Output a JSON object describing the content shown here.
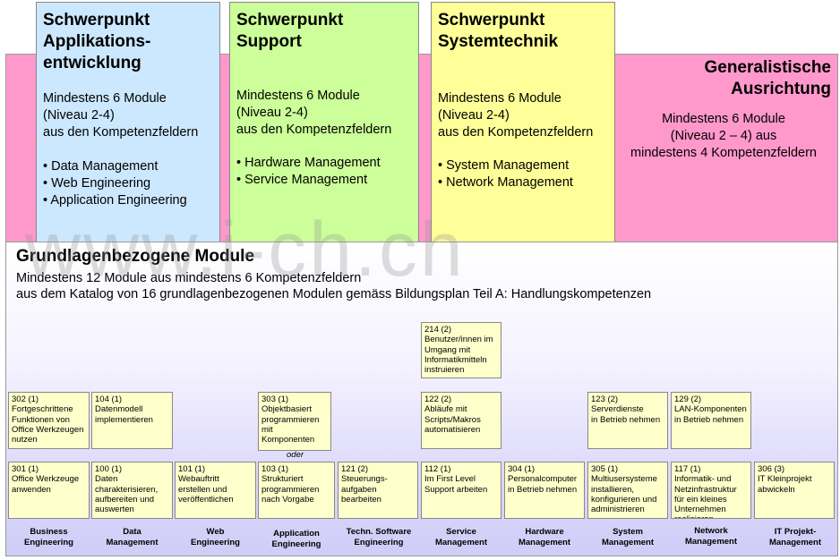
{
  "columns": [
    {
      "key": "blue",
      "title": "Schwerpunkt\nApplikations-\nentwicklung",
      "desc": "Mindestens 6 Module\n(Niveau 2-4)\naus den Kompetenzfeldern",
      "items": [
        "Data Management",
        "Web Engineering",
        "Application Engineering"
      ]
    },
    {
      "key": "green",
      "title": "Schwerpunkt\nSupport",
      "desc": "Mindestens 6 Module\n(Niveau 2-4)\naus den Kompetenzfeldern",
      "items": [
        "Hardware Management",
        "Service Management"
      ]
    },
    {
      "key": "yellow",
      "title": "Schwerpunkt\nSystemtechnik",
      "desc": "Mindestens 6 Module\n(Niveau 2-4)\naus den Kompetenzfeldern",
      "items": [
        "System Management",
        "Network Management"
      ]
    }
  ],
  "generalist": {
    "title": "Generalistische\nAusrichtung",
    "desc": "Mindestens 6 Module\n(Niveau 2 – 4) aus\nmindestens 4 Kompetenzfeldern"
  },
  "base": {
    "title": "Grundlagenbezogene Module",
    "line1": "Mindestens 12 Module aus mindestens 6 Kompetenzfeldern",
    "line2": "aus dem Katalog von 16 grundlagenbezogenen Modulen gemäss Bildungsplan Teil A: Handlungskompetenzen"
  },
  "watermark": "www.i-ch.ch",
  "oder": "oder",
  "modules": {
    "m214": {
      "code": "214 (2)",
      "text": "Benutzer/innen im\nUmgang mit\nInformatikmitteln\ninstruieren"
    },
    "m302": {
      "code": "302 (1)",
      "text": "Fortgeschrittene\nFunktionen von\nOffice Werkzeugen\nnutzen"
    },
    "m104": {
      "code": "104 (1)",
      "text": "Datenmodell\nimplementieren"
    },
    "m303": {
      "code": "303 (1)",
      "text": "Objektbasiert\nprogrammieren\nmit\nKomponenten"
    },
    "m122": {
      "code": "122 (2)",
      "text": "Abläufe mit\nScripts/Makros\nautomatisieren"
    },
    "m123": {
      "code": "123 (2)",
      "text": "Serverdienste\nin Betrieb nehmen"
    },
    "m129": {
      "code": "129 (2)",
      "text": "LAN-Komponenten\nin Betrieb nehmen"
    },
    "m301": {
      "code": "301 (1)",
      "text": "Office Werkzeuge\nanwenden"
    },
    "m100": {
      "code": "100 (1)",
      "text": "Daten\ncharakterisieren,\naufbereiten und\nauswerten"
    },
    "m101": {
      "code": "101 (1)",
      "text": "Webauftritt\nerstellen und\nveröffentlichen"
    },
    "m103": {
      "code": "103 (1)",
      "text": "Strukturiert\nprogrammieren\nnach Vorgabe"
    },
    "m121": {
      "code": "121 (2)",
      "text": "Steuerungs-\naufgaben\nbearbeiten"
    },
    "m112": {
      "code": "112 (1)",
      "text": "Im First Level\nSupport arbeiten"
    },
    "m304": {
      "code": "304 (1)",
      "text": "Personalcomputer\nin Betrieb nehmen"
    },
    "m305": {
      "code": "305 (1)",
      "text": "Multiusersysteme\ninstallieren,\nkonfigurieren und\nadministrieren"
    },
    "m117": {
      "code": "117 (1)",
      "text": "Informatik- und\nNetzinfrastruktur\nfür ein kleines\nUnternehmen\nrealisieren"
    },
    "m306": {
      "code": "306 (3)",
      "text": "IT Kleinprojekt\nabwickeln"
    }
  },
  "categories": [
    "Business\nEngineering",
    "Data\nManagement",
    "Web\nEngineering",
    "Application\nEngineering",
    "Techn. Software\nEngineering",
    "Service\nManagement",
    "Hardware\nManagement",
    "System\nManagement",
    "Network\nManagement",
    "IT Projekt-\nManagement"
  ]
}
